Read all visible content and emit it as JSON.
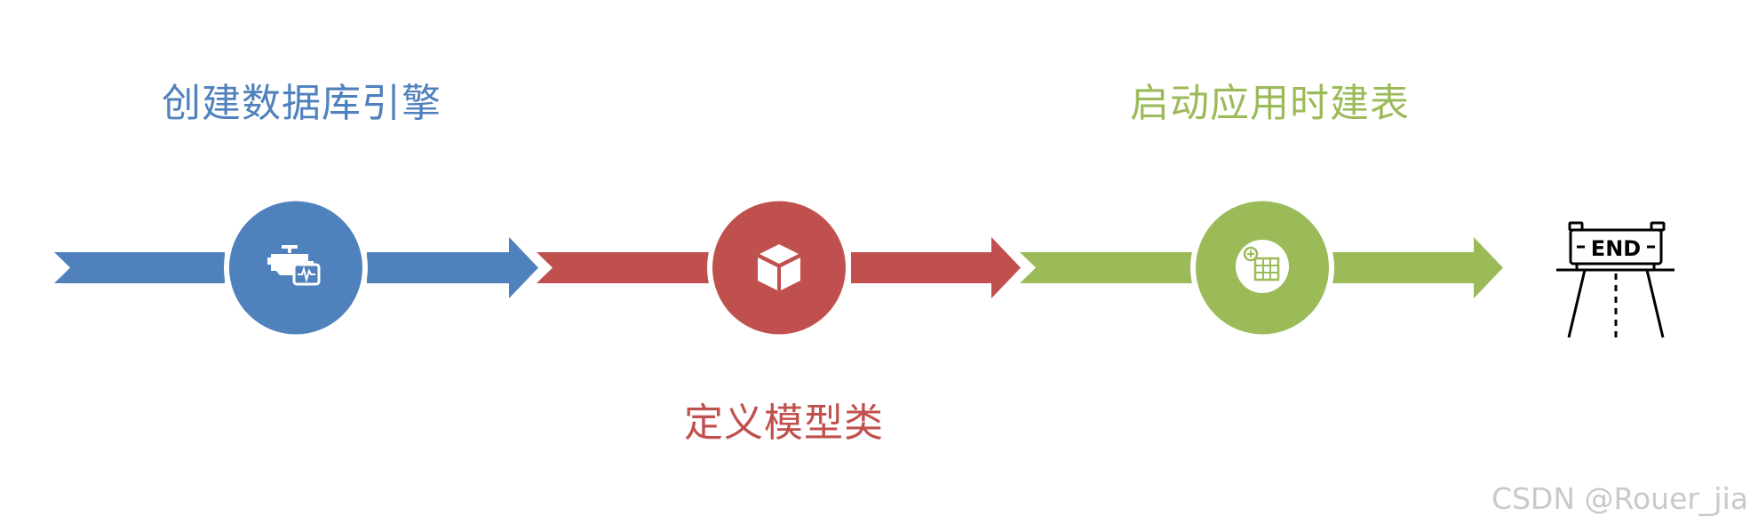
{
  "steps": [
    {
      "label": "创建数据库引擎",
      "color": "#4f81bd",
      "icon": "engine-icon"
    },
    {
      "label": "定义模型类",
      "color": "#c0504d",
      "icon": "cube-icon"
    },
    {
      "label": "启动应用时建表",
      "color": "#9bbb59",
      "icon": "add-table-icon"
    }
  ],
  "end_sign": {
    "text": "END",
    "icon": "road-end-sign-icon",
    "color": "#000000"
  },
  "watermark": "CSDN @Rouer_jia"
}
